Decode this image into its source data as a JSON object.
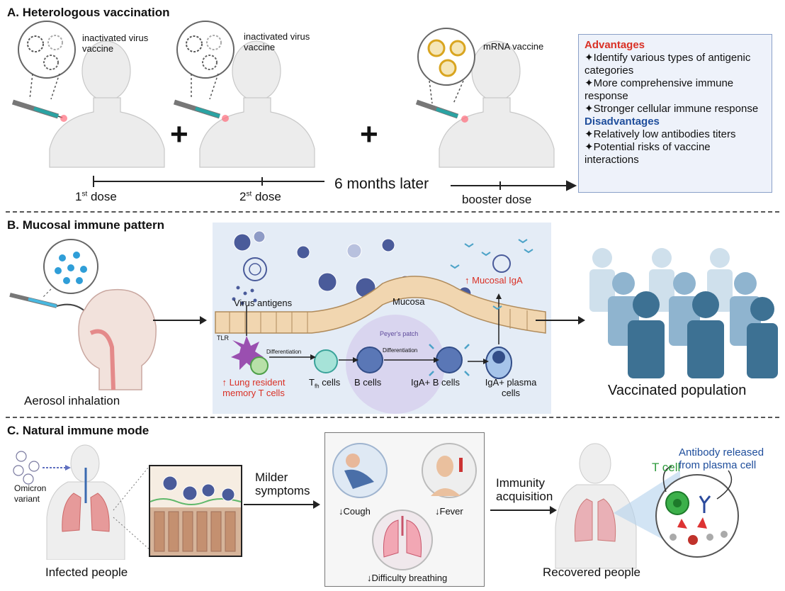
{
  "sectionA": {
    "title": "A. Heterologous vaccination",
    "dose1_vaccine": "inactivated virus vaccine",
    "dose2_vaccine": "inactivated virus vaccine",
    "booster_vaccine": "mRNA vaccine",
    "dose1_label": "1st dose",
    "dose1_num": "1",
    "dose1_sup": "st",
    "dose1_word": " dose",
    "dose2_num": "2",
    "dose2_sup": "st",
    "dose2_word": " dose",
    "interval": "6 months later",
    "booster_label": "booster dose",
    "advantages_title": "Advantages",
    "advantages": [
      "✦Identify various types of antigenic categories",
      "✦More comprehensive immune response",
      "✦Stronger cellular immune response"
    ],
    "disadvantages_title": "Disadvantages",
    "disadvantages": [
      "✦Relatively low antibodies titers",
      "✦Potential risks of vaccine interactions"
    ]
  },
  "sectionB": {
    "title": "B. Mucosal immune pattern",
    "aerosol": "Aerosol inhalation",
    "virus_antigens": "Virus antigens",
    "mucosa": "Mucosa",
    "mucosal_iga": "↑ Mucosal IgA",
    "tlr": "TLR",
    "peyers": "Peyer's patch",
    "differentiation1": "Differentiation",
    "differentiation2": "Differentiation",
    "lung_t": "↑ Lung resident memory T cells",
    "tfh_main": "T",
    "tfh_sub": "fh",
    "tfh_word": " cells",
    "b_cells": "B cells",
    "iga_b": "IgA+ B cells",
    "iga_plasma": "IgA+ plasma cells",
    "vaccinated": "Vaccinated population"
  },
  "sectionC": {
    "title": "C. Natural immune mode",
    "omicron": "Omicron variant",
    "infected": "Infected people",
    "milder": "Milder symptoms",
    "cough": "↓Cough",
    "fever": "↓Fever",
    "breathing": "↓Difficulty breathing",
    "immunity": "Immunity acquisition",
    "recovered": "Recovered people",
    "t_cell": "T cell",
    "antibody": "Antibody released from plasma cell"
  },
  "colors": {
    "red": "#d93025",
    "blue": "#1f4e9c",
    "green": "#2e9b3c",
    "crowd_dark": "#3d7193",
    "crowd_light": "#b8d0e2"
  }
}
